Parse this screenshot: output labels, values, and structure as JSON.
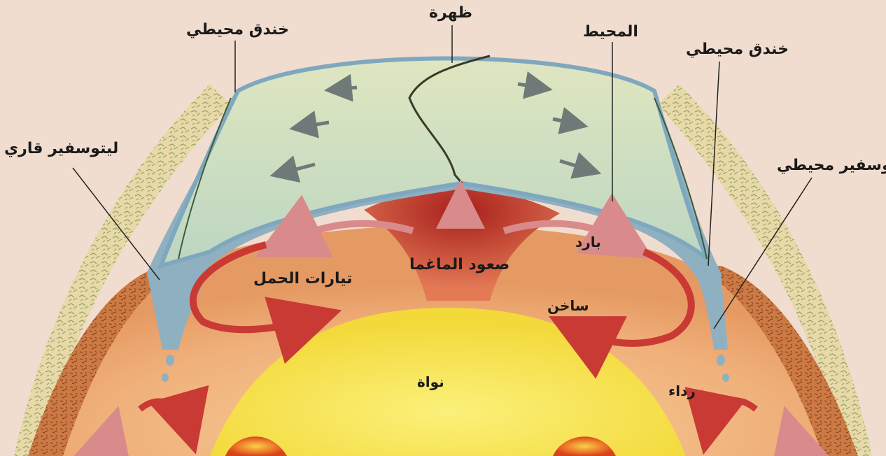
{
  "labels": {
    "ridge": "ظهرة",
    "trench_left": "خندق محيطي",
    "ocean": "المحيط",
    "trench_right": "خندق محيطي",
    "continental_lithosphere": "ليتوسفير قاري",
    "oceanic_lithosphere": "ليتوسفير محيطي",
    "convection_currents": "تيارات الحمل",
    "magma_rise": "صعود الماغما",
    "cold": "بارد",
    "hot": "ساخن",
    "core": "نواة",
    "mantle": "رداء"
  },
  "colors": {
    "background": "#f1ddd0",
    "ocean_surface": "#d3e0bf",
    "lithosphere_band": "#8fb0c0",
    "mantle_orange": "#efb27e",
    "crust_orange": "#c97a48",
    "core_yellow": "#f6e24a",
    "magma_red": "#c0302b",
    "arrow_red": "#c93a34",
    "arrow_pink": "#d98b8b"
  }
}
